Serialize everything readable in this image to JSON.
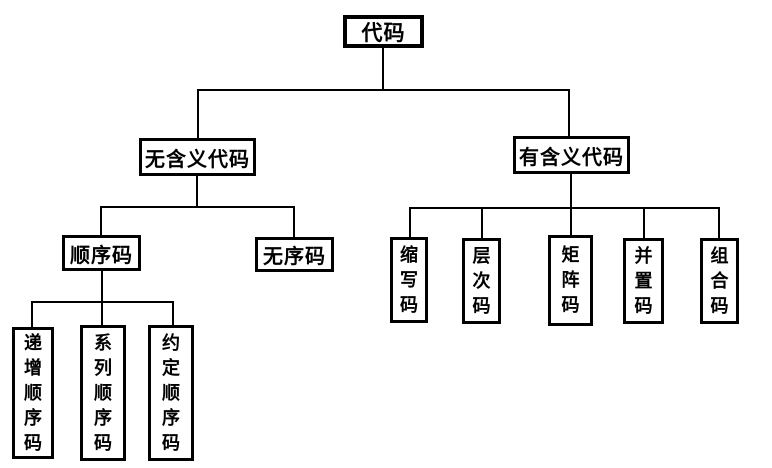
{
  "diagram": {
    "background_color": "#ffffff",
    "line_color": "#000000",
    "box_border_color": "#000000",
    "text_color": "#000000",
    "nodes": {
      "root": "代码",
      "meaningless": "无含义代码",
      "meaningful": "有含义代码",
      "sequence": "顺序码",
      "unordered": "无序码",
      "incremental": "递增顺序码",
      "series": "系列顺序码",
      "convention": "约定顺序码",
      "abbreviation": "缩写码",
      "hierarchy": "层次码",
      "matrix": "矩阵码",
      "juxtaposition": "并置码",
      "combination": "组合码"
    },
    "tree": {
      "label": "代码",
      "children": [
        {
          "label": "无含义代码",
          "children": [
            {
              "label": "顺序码",
              "children": [
                {
                  "label": "递增顺序码"
                },
                {
                  "label": "系列顺序码"
                },
                {
                  "label": "约定顺序码"
                }
              ]
            },
            {
              "label": "无序码"
            }
          ]
        },
        {
          "label": "有含义代码",
          "children": [
            {
              "label": "缩写码"
            },
            {
              "label": "层次码"
            },
            {
              "label": "矩阵码"
            },
            {
              "label": "并置码"
            },
            {
              "label": "组合码"
            }
          ]
        }
      ]
    }
  }
}
